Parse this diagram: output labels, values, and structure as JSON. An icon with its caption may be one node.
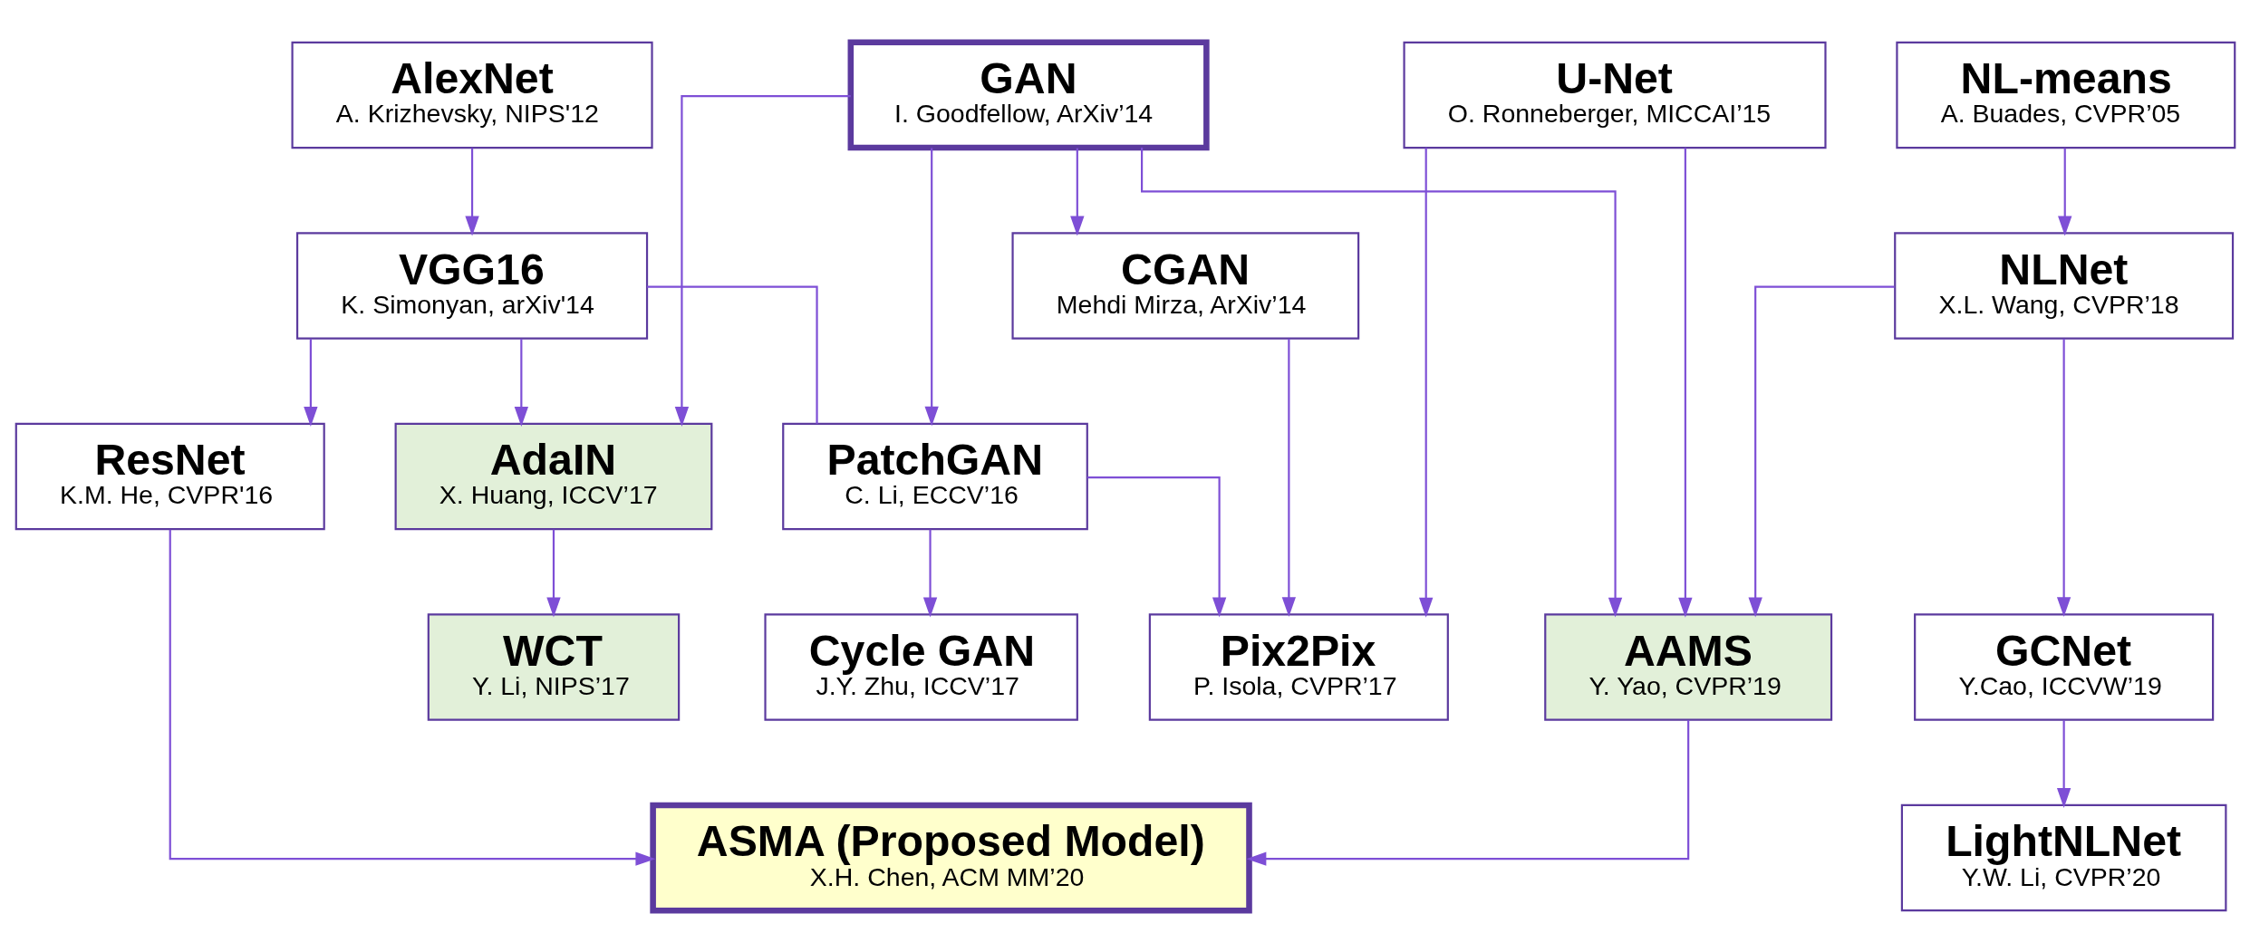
{
  "diagram": {
    "nodes": [
      {
        "text": [
          "AlexNet",
          "A. Krizhevsky, NIPS'12"
        ]
      },
      {
        "text": [
          "GAN",
          "I. Goodfellow, ArXiv’14"
        ]
      },
      {
        "text": [
          "U-Net",
          "O. Ronneberger, MICCAI’15"
        ]
      },
      {
        "text": [
          "NL-means",
          "A. Buades, CVPR’05"
        ]
      },
      {
        "text": [
          "VGG16",
          "K. Simonyan, arXiv'14"
        ]
      },
      {
        "text": [
          "CGAN",
          "Mehdi Mirza, ArXiv’14"
        ]
      },
      {
        "text": [
          "NLNet",
          "X.L. Wang, CVPR’18"
        ]
      },
      {
        "text": [
          "AdaIN",
          "X. Huang, ICCV’17"
        ]
      },
      {
        "text": [
          "PatchGAN",
          "C. Li, ECCV’16"
        ]
      },
      {
        "text": [
          "ResNet",
          "K.M. He, CVPR'16"
        ]
      },
      {
        "text": [
          "WCT",
          "Y. Li, NIPS’17"
        ]
      },
      {
        "text": [
          "Cycle GAN",
          "J.Y. Zhu, ICCV’17"
        ]
      },
      {
        "text": [
          "Pix2Pix",
          "P. Isola, CVPR’17"
        ]
      },
      {
        "text": [
          "AAMS",
          "Y. Yao, CVPR’19"
        ]
      },
      {
        "text": [
          "GCNet",
          "Y.Cao, ICCVW’19"
        ]
      },
      {
        "text": [
          "ASMA (Proposed Model)",
          "X.H. Chen, ACM MM’20"
        ]
      },
      {
        "text": [
          "LightNLNet",
          "Y.W. Li, CVPR’20"
        ]
      }
    ],
    "edges": [
      {
        "from": 0,
        "to": 4,
        "arrow": "to"
      },
      {
        "from": 4,
        "to": 9,
        "arrow": "to"
      },
      {
        "from": 4,
        "to": 7,
        "arrow": "to"
      },
      {
        "from": 4,
        "to": 8,
        "arrow": "none"
      },
      {
        "from": 1,
        "to": 7,
        "arrow": "to"
      },
      {
        "from": 1,
        "to": 5,
        "arrow": "to"
      },
      {
        "from": 1,
        "to": 8,
        "arrow": "to"
      },
      {
        "from": 1,
        "to": 13,
        "arrow": "to"
      },
      {
        "from": 2,
        "to": 12,
        "arrow": "to"
      },
      {
        "from": 2,
        "to": 13,
        "arrow": "to"
      },
      {
        "from": 5,
        "to": 12,
        "arrow": "to"
      },
      {
        "from": 3,
        "to": 6,
        "arrow": "to"
      },
      {
        "from": 6,
        "to": 14,
        "arrow": "to"
      },
      {
        "from": 6,
        "to": 13,
        "arrow": "to"
      },
      {
        "from": 7,
        "to": 10,
        "arrow": "to"
      },
      {
        "from": 8,
        "to": 11,
        "arrow": "to"
      },
      {
        "from": 8,
        "to": 12,
        "arrow": "to"
      },
      {
        "from": 14,
        "to": 16,
        "arrow": "to"
      },
      {
        "from": 9,
        "to": 15,
        "arrow": "to"
      },
      {
        "from": 13,
        "to": 15,
        "arrow": "to"
      }
    ]
  }
}
